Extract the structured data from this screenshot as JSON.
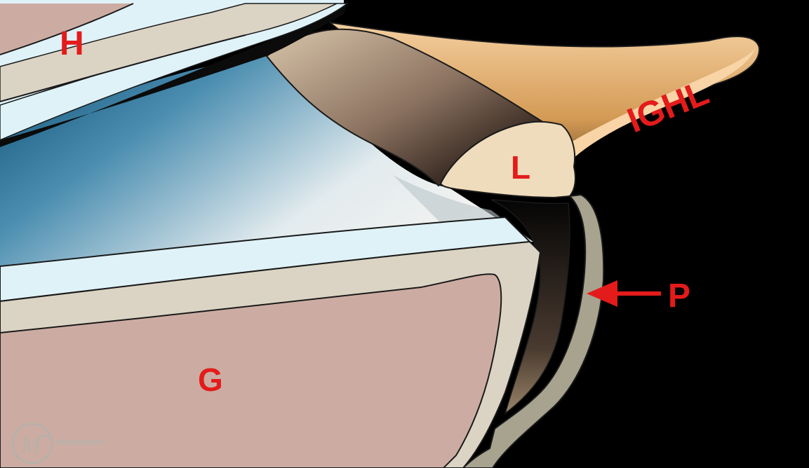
{
  "labels": {
    "humerus": "H",
    "glenoid": "G",
    "labrum": "L",
    "ighl": "IGHL",
    "pointer": "P"
  },
  "colors": {
    "background": "#000000",
    "label_red": "#e41b1b",
    "bone_pink": "#ccaca2",
    "cartilage_blue": "#dff2f8",
    "cortex_beige": "#dbd4c4",
    "labrum_cream": "#efdcbc",
    "ligament_tan": "#f4c99a",
    "joint_blue": "#1d6f95",
    "capsule_gray": "#a8a38f"
  },
  "watermark": {
    "logo": "MC monogram"
  }
}
